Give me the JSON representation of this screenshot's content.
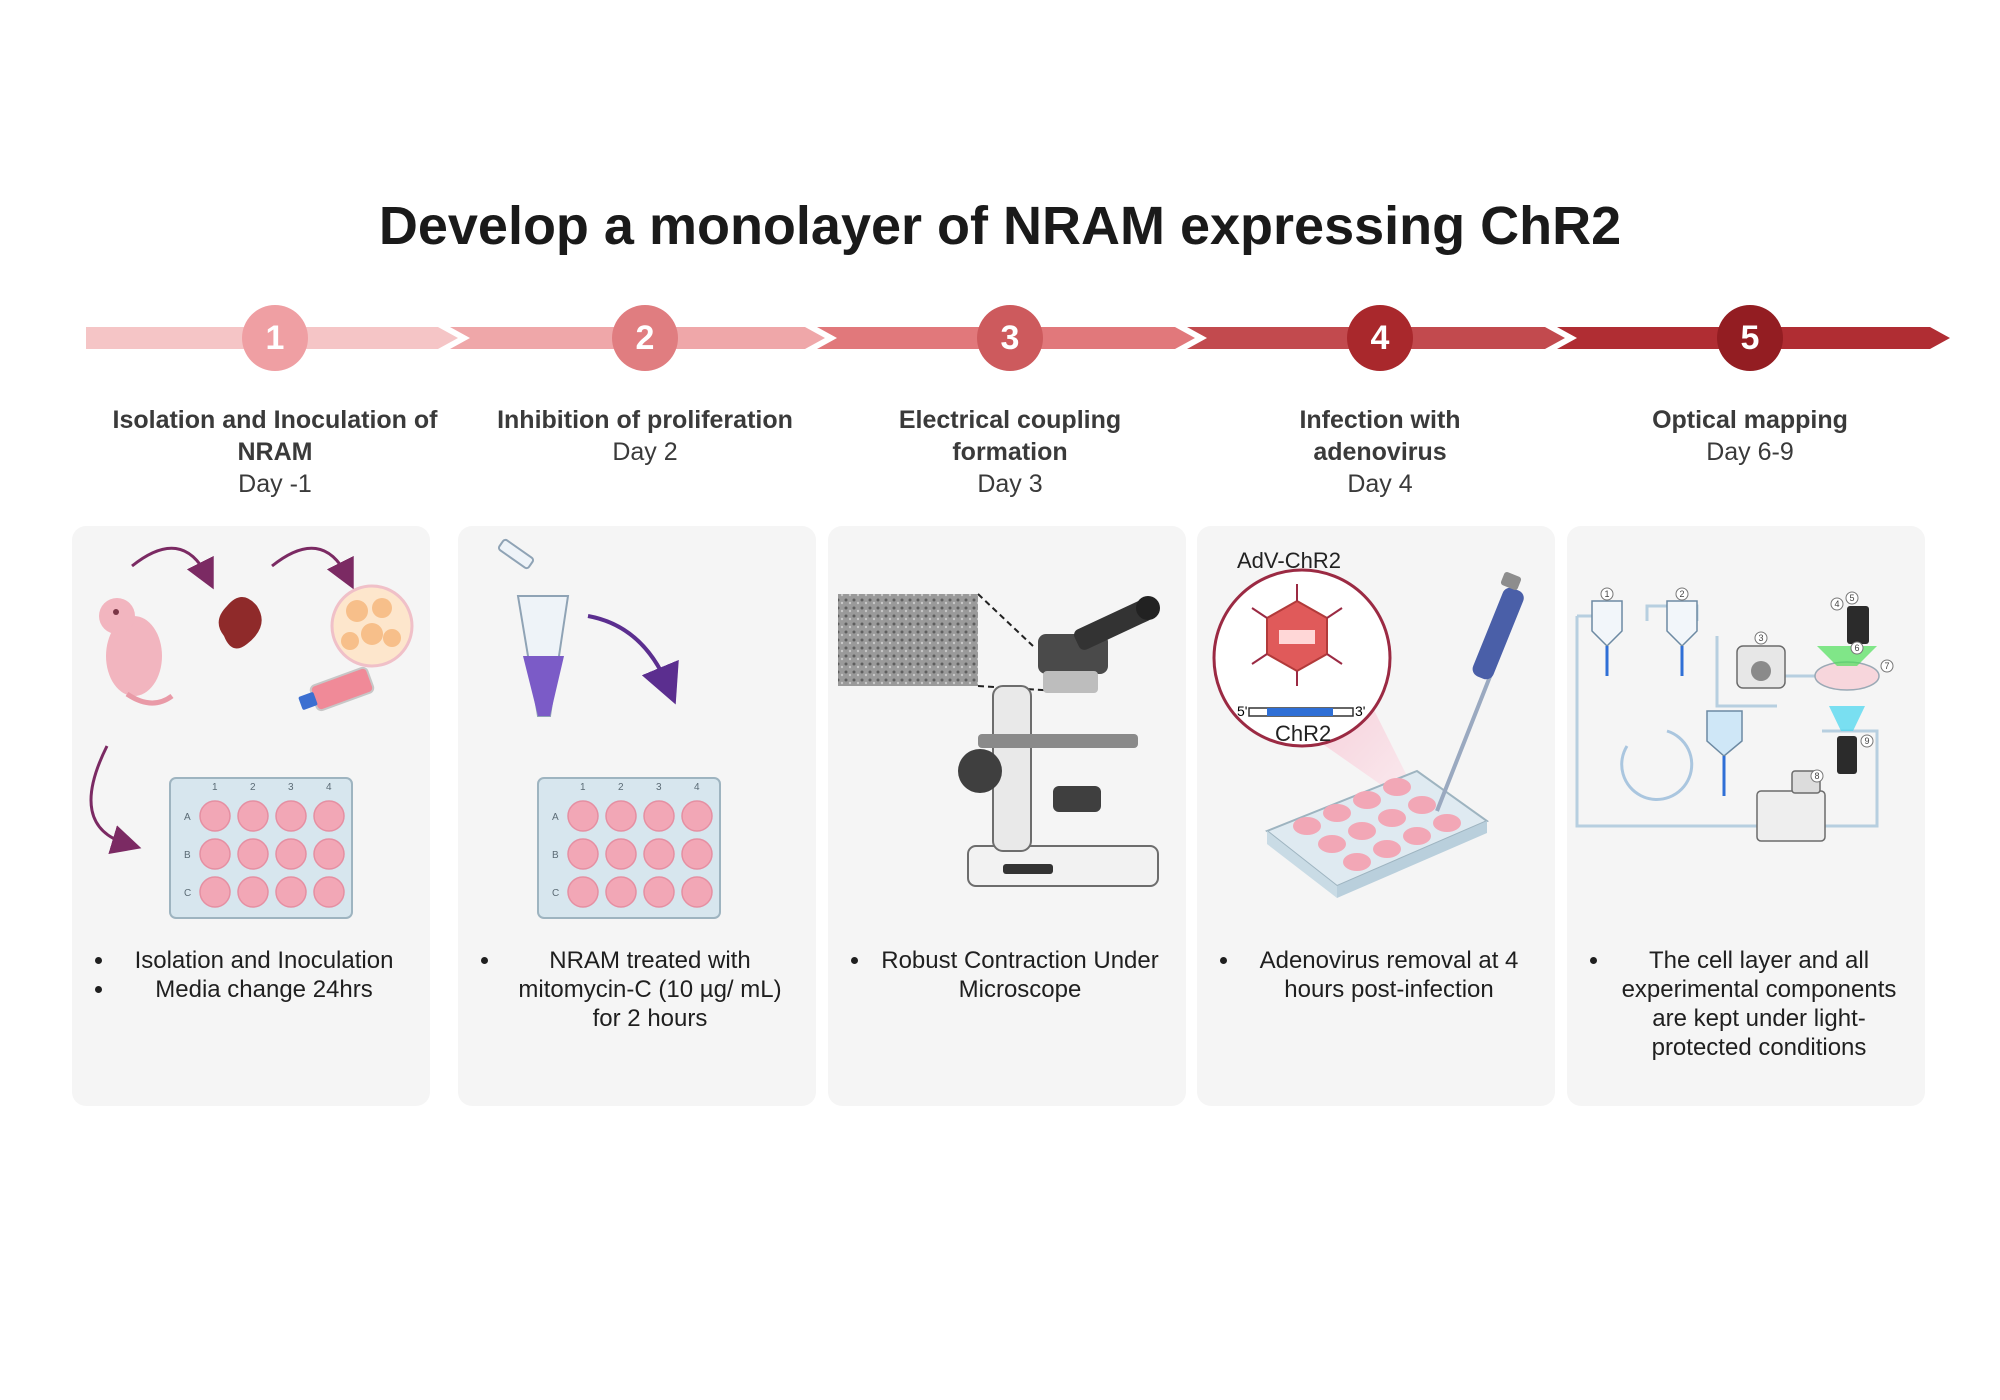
{
  "title": "Develop a monolayer of NRAM expressing ChR2",
  "colors": {
    "step1": "#ef9fa3",
    "step2": "#e07d80",
    "step3": "#cd5a5d",
    "step4": "#a9282c",
    "step5": "#931d22",
    "panel_bg": "#f5f5f5",
    "well_pink": "#f2a7b6"
  },
  "steps": [
    {
      "number": "1",
      "title": "Isolation and Inoculation of NRAM",
      "day": "Day -1",
      "bullets": [
        "Isolation and Inoculation",
        "Media change 24hrs"
      ]
    },
    {
      "number": "2",
      "title": "Inhibition of proliferation",
      "day": "Day 2",
      "bullets": [
        "NRAM treated with mitomycin-C (10 µg/ mL) for 2 hours"
      ]
    },
    {
      "number": "3",
      "title": "Electrical coupling formation",
      "day": "Day 3",
      "bullets": [
        "Robust Contraction Under Microscope"
      ]
    },
    {
      "number": "4",
      "title": "Infection with adenovirus",
      "day": "Day 4",
      "bullets": [
        "Adenovirus removal at 4 hours post-infection"
      ]
    },
    {
      "number": "5",
      "title": "Optical mapping",
      "day": "Day 6-9",
      "bullets": [
        "The cell layer and all experimental components are kept under light-protected conditions"
      ]
    }
  ],
  "illustrations": {
    "plate_columns": [
      "1",
      "2",
      "3",
      "4"
    ],
    "plate_rows": [
      "A",
      "B",
      "C"
    ],
    "virus_label": "AdV-ChR2",
    "gene_label": "ChR2",
    "gene_5prime": "5'",
    "gene_3prime": "3'",
    "setup_markers": [
      "1",
      "2",
      "3",
      "4",
      "5",
      "6",
      "7",
      "8",
      "9"
    ],
    "icons": [
      "neonatal-rat-icon",
      "heart-icon",
      "cell-zoom-icon",
      "culture-flask-icon",
      "tube-icon",
      "microscope-icon",
      "virus-icon",
      "pipette-icon",
      "pump-icon",
      "camera-icon",
      "water-bath-icon"
    ]
  }
}
